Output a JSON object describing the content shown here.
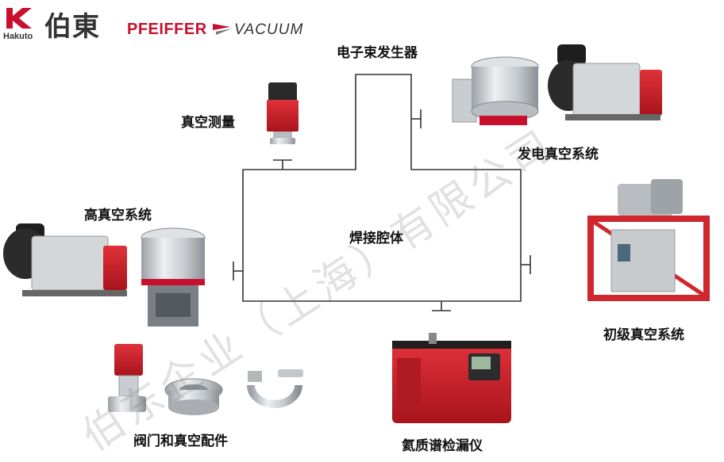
{
  "branding": {
    "hakuto_en": "Hakuto",
    "hakuto_cn": "伯東",
    "pfeiffer": "PFEIFFER",
    "vacuum": "VACUUM",
    "brand_color": "#c8102e"
  },
  "watermark": "伯东企业（上海）有限公司",
  "chamber": {
    "gun_label": "电子束发生器",
    "body_label": "焊接腔体"
  },
  "components": {
    "gauge": "真空测量",
    "power_vacuum": "发电真空系统",
    "high_vacuum": "高真空系统",
    "rough_vacuum": "初级真空系统",
    "valves": "阀门和真空配件",
    "leak_detector": "氦质谱检漏仪"
  }
}
